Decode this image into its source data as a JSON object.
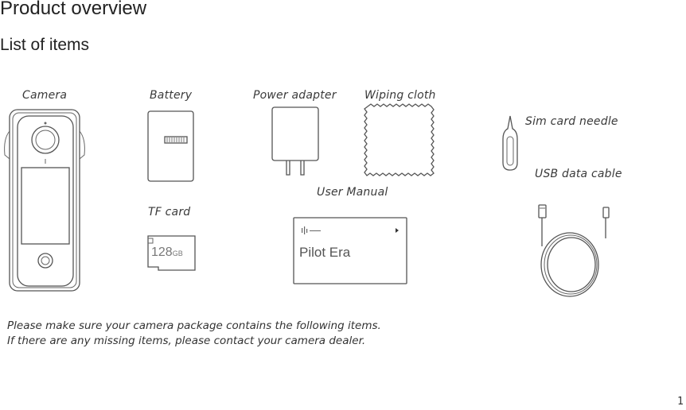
{
  "header": {
    "title": "Product overview",
    "subtitle": "List of items"
  },
  "items": {
    "camera": "Camera",
    "battery": "Battery",
    "power_adapter": "Power adapter",
    "wiping_cloth": "Wiping cloth",
    "sim_card_needle": "Sim card needle",
    "usb_data_cable": "USB data cable",
    "user_manual": "User Manual",
    "tf_card": "TF card"
  },
  "illustrations": {
    "tf_card_capacity": "128",
    "tf_card_unit": "GB",
    "manual_cover_title": "Pilot Era"
  },
  "note": "Please make sure your camera package contains the following items. If there are any missing items, please contact your camera dealer.",
  "page_number": "1"
}
